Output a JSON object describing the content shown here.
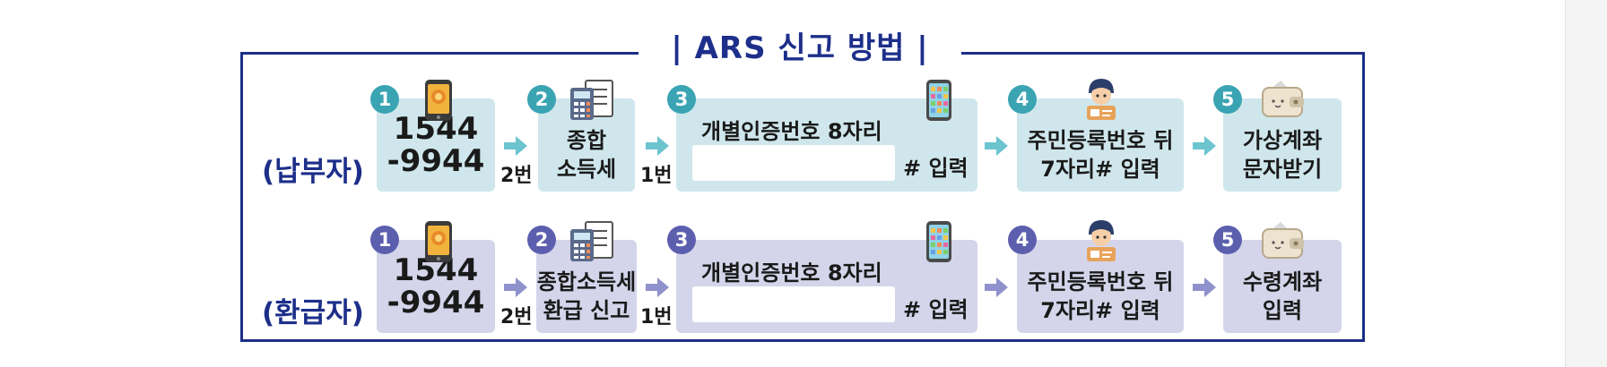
{
  "title": "| ARS 신고 방법 |",
  "rows": [
    {
      "label": "(납부자)",
      "steps": [
        {
          "num": "1",
          "lines": [
            "1544",
            "-9944"
          ]
        },
        {
          "num": "2",
          "lines": [
            "종합",
            "소득세"
          ]
        },
        {
          "num": "3",
          "title": "개별인증번호 8자리",
          "suffix": "# 입력"
        },
        {
          "num": "4",
          "lines": [
            "주민등록번호 뒤",
            "7자리# 입력"
          ]
        },
        {
          "num": "5",
          "lines": [
            "가상계좌",
            "문자받기"
          ]
        }
      ],
      "keys": [
        "2번",
        "1번"
      ]
    },
    {
      "label": "(환급자)",
      "steps": [
        {
          "num": "1",
          "lines": [
            "1544",
            "-9944"
          ]
        },
        {
          "num": "2",
          "lines": [
            "종합소득세",
            "환급 신고"
          ]
        },
        {
          "num": "3",
          "title": "개별인증번호 8자리",
          "suffix": "# 입력"
        },
        {
          "num": "4",
          "lines": [
            "주민등록번호 뒤",
            "7자리# 입력"
          ]
        },
        {
          "num": "5",
          "lines": [
            "수령계좌",
            "입력"
          ]
        }
      ],
      "keys": [
        "2번",
        "1번"
      ]
    }
  ],
  "colors": {
    "frame": "#1d2f8a",
    "row1_box": "#cfe7ec",
    "row1_accent": "#3aa4b3",
    "row2_box": "#d4d5ea",
    "row2_accent": "#5c5fae"
  },
  "icons": [
    "mobile-phone-icon",
    "calculator-document-icon",
    "smartphone-keypad-icon",
    "person-with-id-card-icon",
    "wallet-icon"
  ]
}
